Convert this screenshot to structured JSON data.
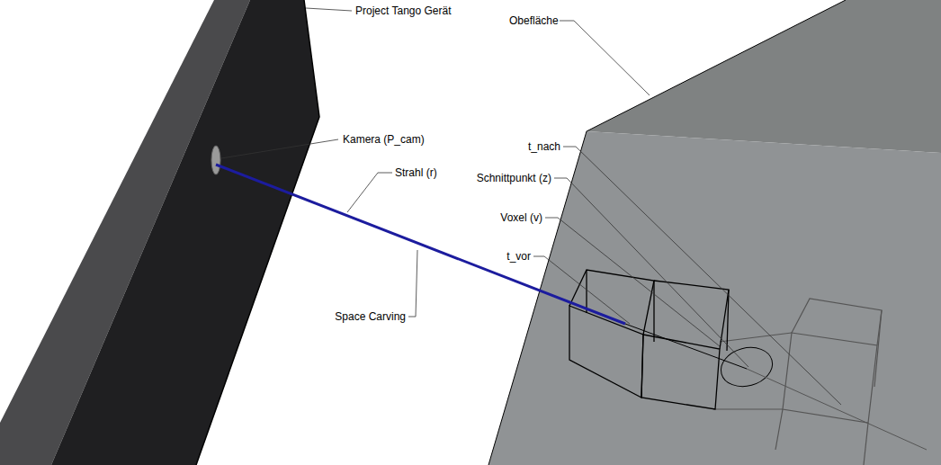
{
  "diagram": {
    "labels": [
      "Project Tango Gerät",
      "Obefläche",
      "Kamera (P_cam)",
      "Strahl (r)",
      "Space Carving",
      "t_nach",
      "Schnittpunkt (z)",
      "Voxel (v)",
      "t_vor"
    ]
  }
}
